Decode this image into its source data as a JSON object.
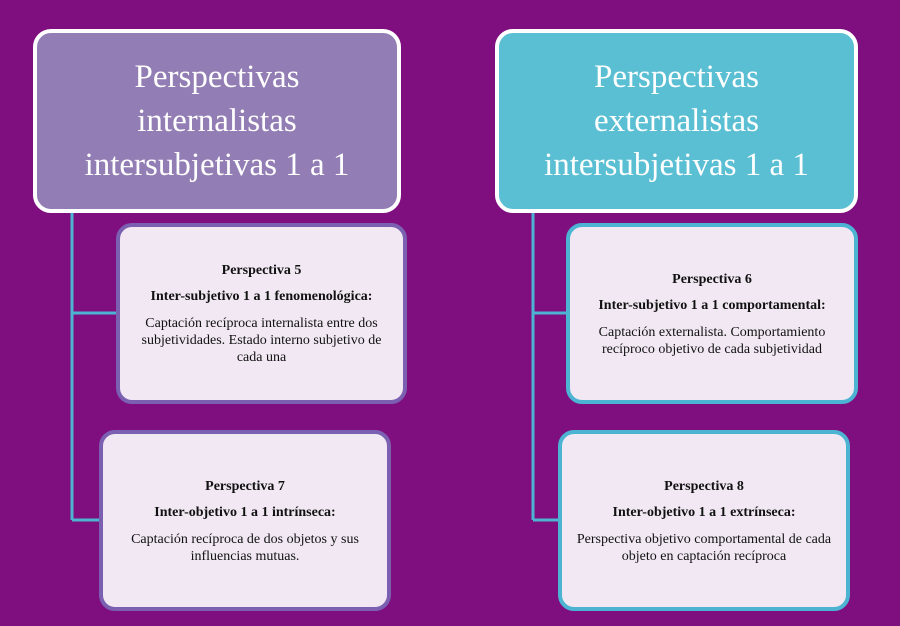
{
  "colors": {
    "background": "#7f0f7f",
    "left_header": "#927db4",
    "right_header": "#5bbfd4",
    "card_fill": "#f1e8f3",
    "left_border": "#7b60b2",
    "right_border": "#4cb4d2",
    "connector": "#4cb4d2"
  },
  "left": {
    "header": "Perspectivas\ninternalistas\nintersubjetivas 1 a 1",
    "cards": [
      {
        "title": "Perspectiva 5",
        "subtitle": "Inter-subjetivo 1 a 1 fenomenológica:",
        "description": "Captación recíproca internalista entre dos subjetividades. Estado interno subjetivo de cada una"
      },
      {
        "title": "Perspectiva 7",
        "subtitle": "Inter-objetivo 1 a 1 intrínseca:",
        "description": "Captación recíproca de dos objetos y sus influencias mutuas."
      }
    ]
  },
  "right": {
    "header": "Perspectivas\nexternalistas\nintersubjetivas 1 a 1",
    "cards": [
      {
        "title": "Perspectiva 6",
        "subtitle": "Inter-subjetivo 1 a 1 comportamental:",
        "description": "Captación externalista. Comportamiento recíproco objetivo de cada subjetividad"
      },
      {
        "title": "Perspectiva 8",
        "subtitle": "Inter-objetivo 1 a 1 extrínseca:",
        "description": "Perspectiva objetivo comportamental de cada objeto en captación recíproca"
      }
    ]
  }
}
